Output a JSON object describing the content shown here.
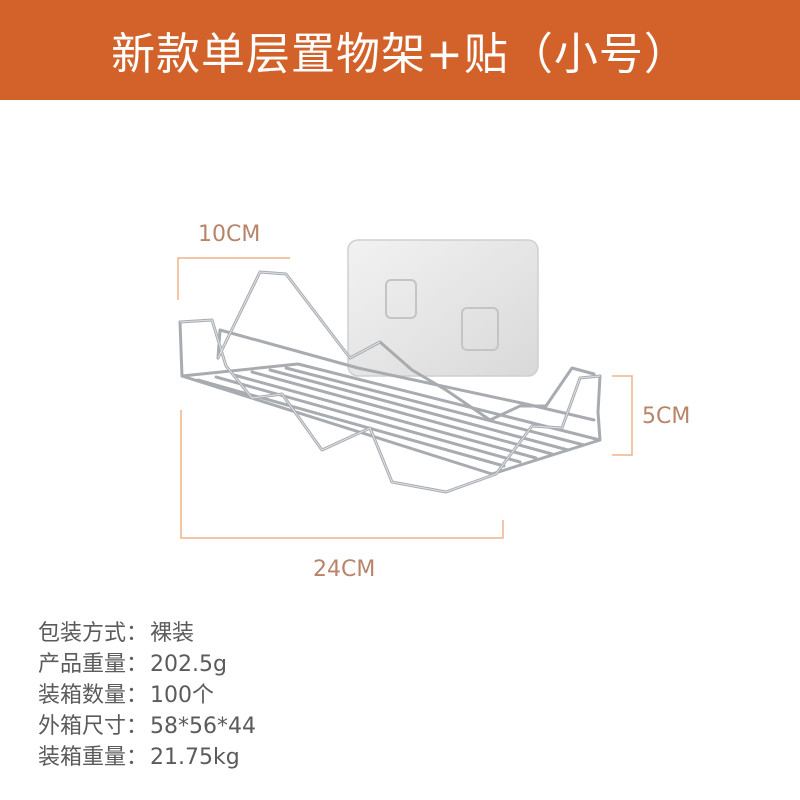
{
  "banner": {
    "title": "新款单层置物架+贴（小号）",
    "bg_color": "#d2622a",
    "text_color": "#ffffff"
  },
  "dimensions": {
    "depth": "10CM",
    "height": "5CM",
    "width": "24CM",
    "line_color": "#f0b489",
    "text_color": "#b8846a"
  },
  "product": {
    "icon": "wire-shelf-rack-icon",
    "adhesive_pad_icon": "adhesive-hook-pad-icon"
  },
  "specs": [
    {
      "label": "包装方式",
      "sep": "：",
      "value": "裸装"
    },
    {
      "label": "产品重量",
      "sep": "：",
      "value": "202.5g"
    },
    {
      "label": "装箱数量",
      "sep": "：",
      "value": "100个"
    },
    {
      "label": "外箱尺寸",
      "sep": "：",
      "value": "58*56*44"
    },
    {
      "label": "装箱重量",
      "sep": "：",
      "value": "21.75kg"
    }
  ]
}
